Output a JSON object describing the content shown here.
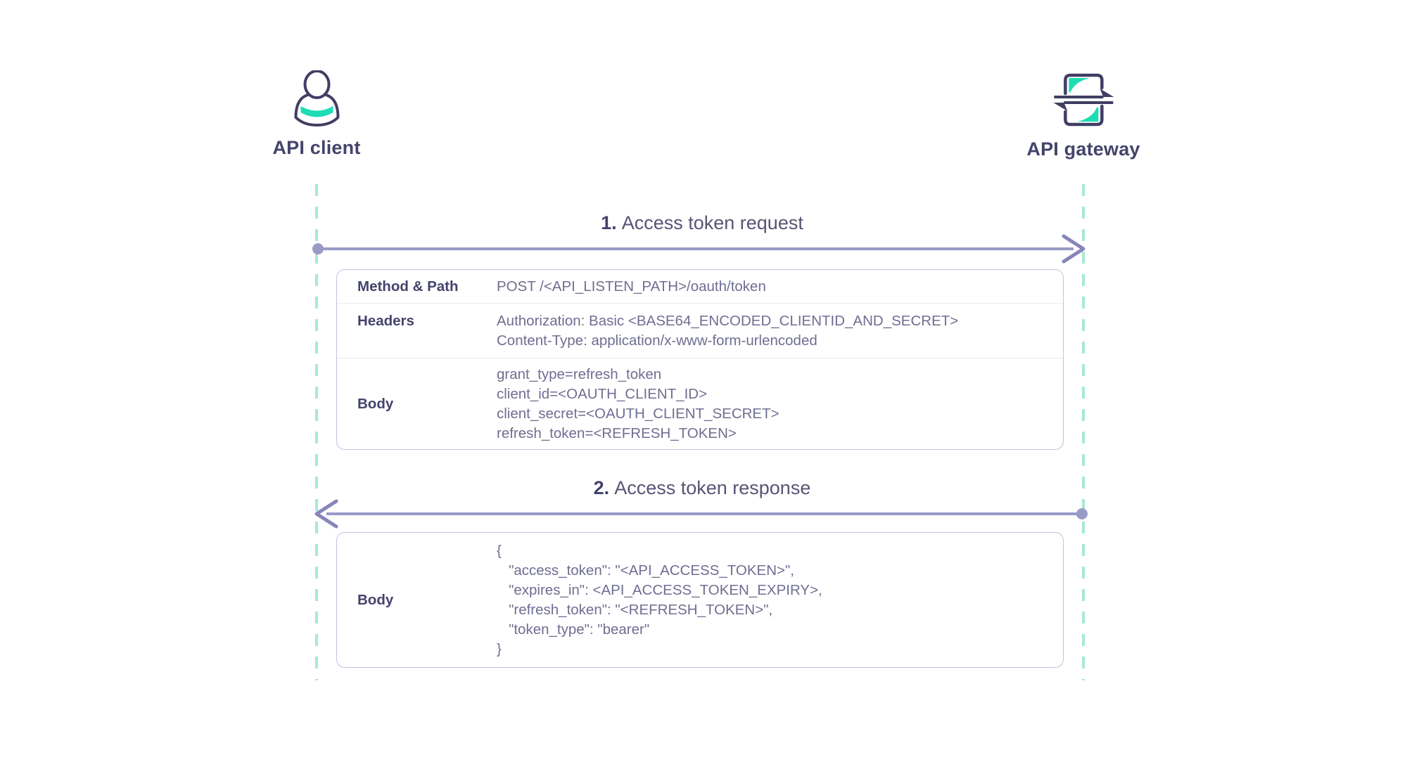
{
  "diagram": {
    "actors": [
      {
        "label": "API client",
        "icon": "user-icon"
      },
      {
        "label": "API gateway",
        "icon": "gateway-icon"
      }
    ],
    "messages": [
      {
        "number": "1.",
        "label": "Access token request",
        "direction": "right"
      },
      {
        "number": "2.",
        "label": "Access token response",
        "direction": "left"
      }
    ],
    "request_table": {
      "rows": [
        {
          "label": "Method & Path",
          "lines": [
            "POST /<API_LISTEN_PATH>/oauth/token"
          ]
        },
        {
          "label": "Headers",
          "lines": [
            "Authorization: Basic <BASE64_ENCODED_CLIENTID_AND_SECRET>",
            "Content-Type: application/x-www-form-urlencoded"
          ]
        },
        {
          "label": "Body",
          "lines": [
            "grant_type=refresh_token",
            "client_id=<OAUTH_CLIENT_ID>",
            "client_secret=<OAUTH_CLIENT_SECRET>",
            "refresh_token=<REFRESH_TOKEN>"
          ]
        }
      ]
    },
    "response_table": {
      "rows": [
        {
          "label": "Body",
          "lines": [
            "{",
            "   \"access_token\": \"<API_ACCESS_TOKEN>\",",
            "   \"expires_in\": <API_ACCESS_TOKEN_EXPIRY>,",
            "   \"refresh_token\": \"<REFRESH_TOKEN>\",",
            "   \"token_type\": \"bearer\"",
            "}"
          ]
        }
      ]
    }
  },
  "colors": {
    "accent-teal": "#1edcb4",
    "lifeline-mint": "#a7ead7",
    "arrow-purple": "#9a9ac8",
    "arrowhead-purple": "#8686ba",
    "icon-navy": "#403e63",
    "label-dark": "#44436b",
    "text-muted": "#6f6e92",
    "msg-text": "#565574",
    "table-border": "#c6c0e2",
    "row-divider": "#ececf3"
  }
}
